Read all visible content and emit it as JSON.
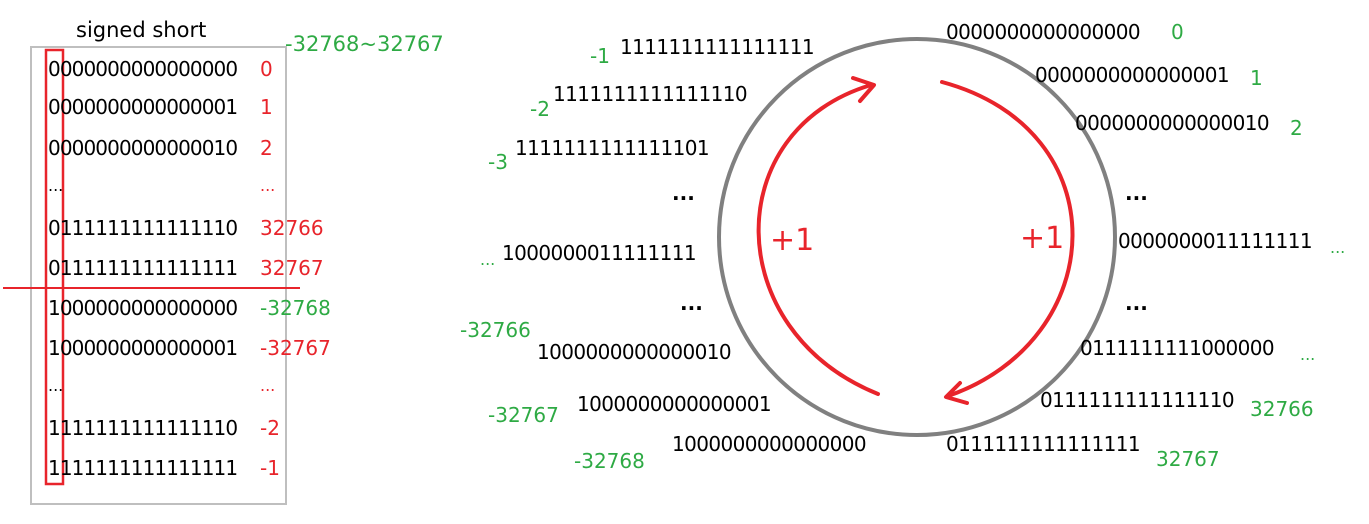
{
  "colors": {
    "red": "#e8242b",
    "green": "#2eaa44",
    "gray": "#808080",
    "box_gray": "#bfbfbf",
    "black": "#000000"
  },
  "table": {
    "title": "signed short",
    "range_label": "-32768~32767",
    "rows": [
      {
        "bits": "0000000000000000",
        "value": "0",
        "value_color": "red"
      },
      {
        "bits": "0000000000000001",
        "value": "1",
        "value_color": "red"
      },
      {
        "bits": "0000000000000010",
        "value": "2",
        "value_color": "red"
      },
      {
        "bits": "...",
        "value": "...",
        "value_color": "red"
      },
      {
        "bits": "0111111111111110",
        "value": "32766",
        "value_color": "red"
      },
      {
        "bits": "0111111111111111",
        "value": "32767",
        "value_color": "red"
      },
      {
        "bits": "1000000000000000",
        "value": "-32768",
        "value_color": "green"
      },
      {
        "bits": "1000000000000001",
        "value": "-32767",
        "value_color": "red"
      },
      {
        "bits": "...",
        "value": "...",
        "value_color": "red"
      },
      {
        "bits": "1111111111111110",
        "value": "-2",
        "value_color": "red"
      },
      {
        "bits": "1111111111111111",
        "value": "-1",
        "value_color": "red"
      }
    ]
  },
  "circle": {
    "arrow_label_left": "+1",
    "arrow_label_right": "+1",
    "right_side": [
      {
        "bits": "0000000000000000",
        "value": "0"
      },
      {
        "bits": "0000000000000001",
        "value": "1"
      },
      {
        "bits": "0000000000000010",
        "value": "2"
      },
      {
        "bits": "...",
        "value": ""
      },
      {
        "bits": "0000000011111111",
        "value": "..."
      },
      {
        "bits": "...",
        "value": ""
      },
      {
        "bits": "0111111111000000",
        "value": "..."
      },
      {
        "bits": "0111111111111110",
        "value": "32766"
      },
      {
        "bits": "0111111111111111",
        "value": "32767"
      }
    ],
    "left_side": [
      {
        "bits": "1111111111111111",
        "value": "-1"
      },
      {
        "bits": "1111111111111110",
        "value": "-2"
      },
      {
        "bits": "1111111111111101",
        "value": "-3"
      },
      {
        "bits": "...",
        "value": ""
      },
      {
        "bits": "1000000011111111",
        "value": "..."
      },
      {
        "bits": "...",
        "value": ""
      },
      {
        "bits": "1000000000000010",
        "value": "-32766"
      },
      {
        "bits": "1000000000000001",
        "value": "-32767"
      },
      {
        "bits": "1000000000000000",
        "value": "-32768"
      }
    ]
  }
}
